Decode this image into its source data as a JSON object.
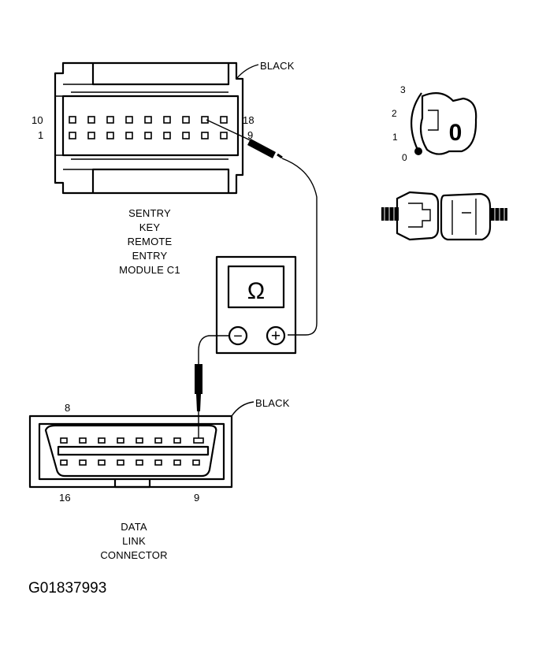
{
  "module": {
    "label_black": "BLACK",
    "pin_top_left": "10",
    "pin_bottom_left": "1",
    "pin_top_right": "18",
    "pin_bottom_right": "9",
    "name_lines": [
      "SENTRY",
      "KEY",
      "REMOTE",
      "ENTRY",
      "MODULE C1"
    ]
  },
  "meter": {
    "symbol": "Ω",
    "minus": "−",
    "plus": "+"
  },
  "ignition": {
    "positions": [
      "3",
      "2",
      "1",
      "0"
    ],
    "key_letter": "0"
  },
  "data_link": {
    "label_black": "BLACK",
    "pin_top_left": "8",
    "pin_bottom_left": "16",
    "pin_bottom_right": "9",
    "name_lines": [
      "DATA",
      "LINK",
      "CONNECTOR"
    ]
  },
  "figure_id": "G01837993"
}
